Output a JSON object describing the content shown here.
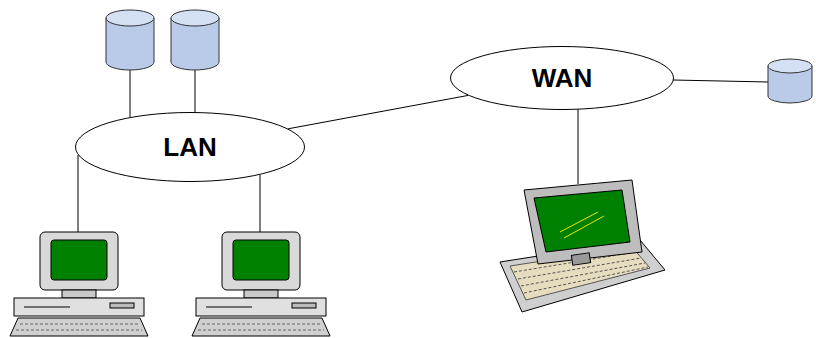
{
  "diagram": {
    "nodes": [
      {
        "text": [
          "LAN"
        ]
      },
      {
        "text": [
          "WAN"
        ]
      }
    ],
    "edges": [
      {
        "from": 0,
        "to": 1,
        "arrow": "none"
      }
    ]
  }
}
